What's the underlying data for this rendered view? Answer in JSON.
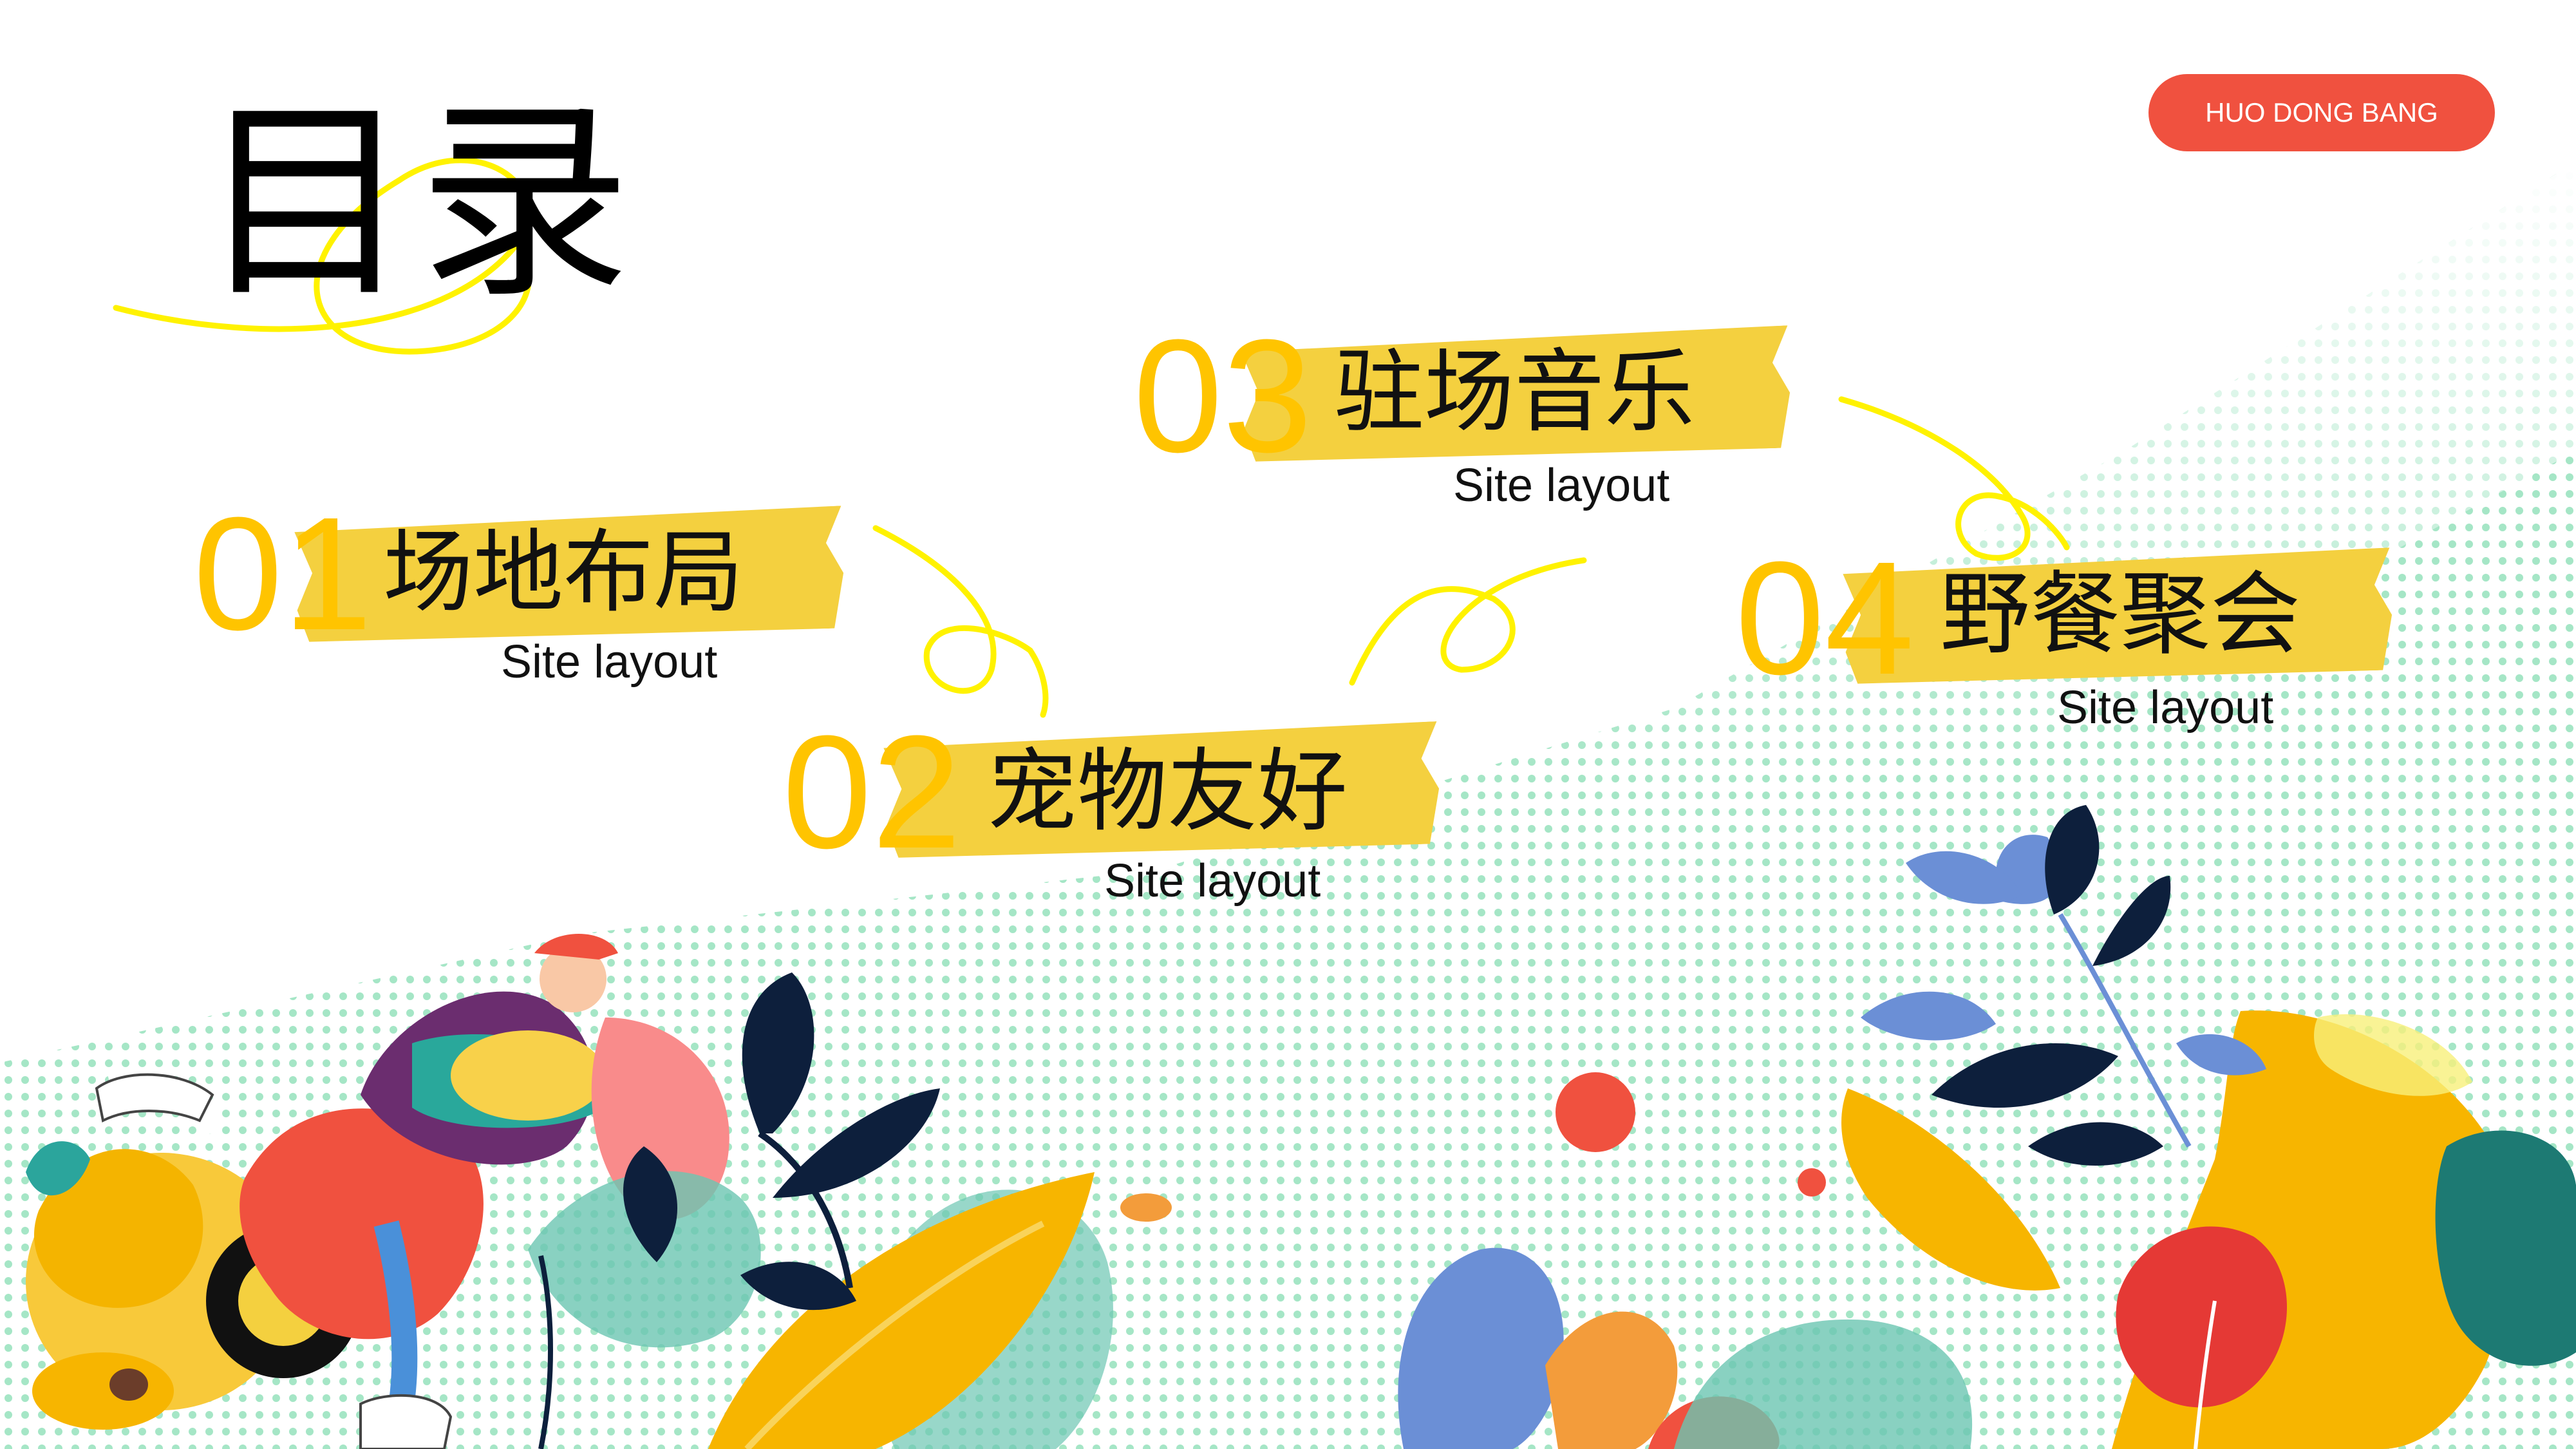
{
  "title": "目录",
  "badge": "HUO DONG BANG",
  "items": [
    {
      "num": "01",
      "label": "场地布局",
      "sub": "Site layout"
    },
    {
      "num": "02",
      "label": "宠物友好",
      "sub": "Site layout"
    },
    {
      "num": "03",
      "label": "驻场音乐",
      "sub": "Site layout"
    },
    {
      "num": "04",
      "label": "野餐聚会",
      "sub": "Site layout"
    }
  ],
  "colors": {
    "accent": "#ffc400",
    "tape": "#f4d03f",
    "badge": "#f0513f",
    "dots": "#8fe0b8"
  }
}
